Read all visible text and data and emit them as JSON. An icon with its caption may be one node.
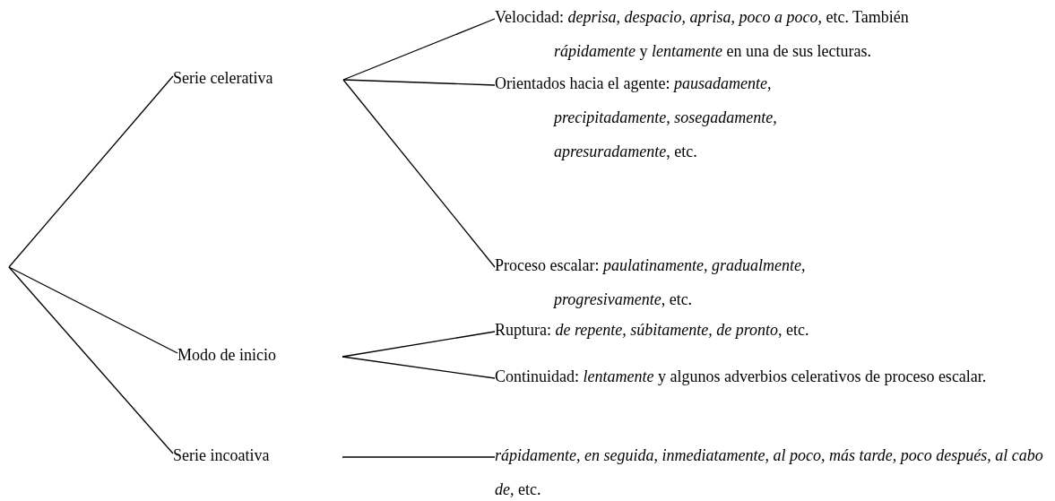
{
  "diagram": {
    "nodes": [
      {
        "text": [
          "Serie celerativa"
        ]
      },
      {
        "text": [
          "Velocidad: *deprisa, despacio, aprisa, poco a poco,* etc. También *rápidamente* y *lentamente* en una de sus lecturas."
        ]
      },
      {
        "text": [
          "Orientados hacia el agente: *pausadamente, precipitadamente, sosegadamente, apresuradamente*, etc."
        ]
      },
      {
        "text": [
          "Proceso escalar: *paulatinamente, gradualmente, progresivamente*, etc."
        ]
      },
      {
        "text": [
          "Modo de inicio"
        ]
      },
      {
        "text": [
          "Ruptura: *de repente, súbitamente, de pronto*, etc."
        ]
      },
      {
        "text": [
          "Continuidad: *lentamente* y algunos adverbios celerativos de proceso escalar."
        ]
      },
      {
        "text": [
          "Serie incoativa"
        ]
      },
      {
        "text": [
          "*rápidamente, en seguida, inmediatamente, al poco, más tarde, poco después, al cabo de,* etc."
        ]
      }
    ],
    "edges": [
      {
        "from": null,
        "to": 0,
        "arrow": "none"
      },
      {
        "from": null,
        "to": 4,
        "arrow": "none"
      },
      {
        "from": null,
        "to": 7,
        "arrow": "none"
      },
      {
        "from": 0,
        "to": 1,
        "arrow": "none"
      },
      {
        "from": 0,
        "to": 2,
        "arrow": "none"
      },
      {
        "from": 0,
        "to": 3,
        "arrow": "none"
      },
      {
        "from": 4,
        "to": 5,
        "arrow": "none"
      },
      {
        "from": 4,
        "to": 6,
        "arrow": "none"
      },
      {
        "from": 7,
        "to": 8,
        "arrow": "none"
      }
    ]
  }
}
